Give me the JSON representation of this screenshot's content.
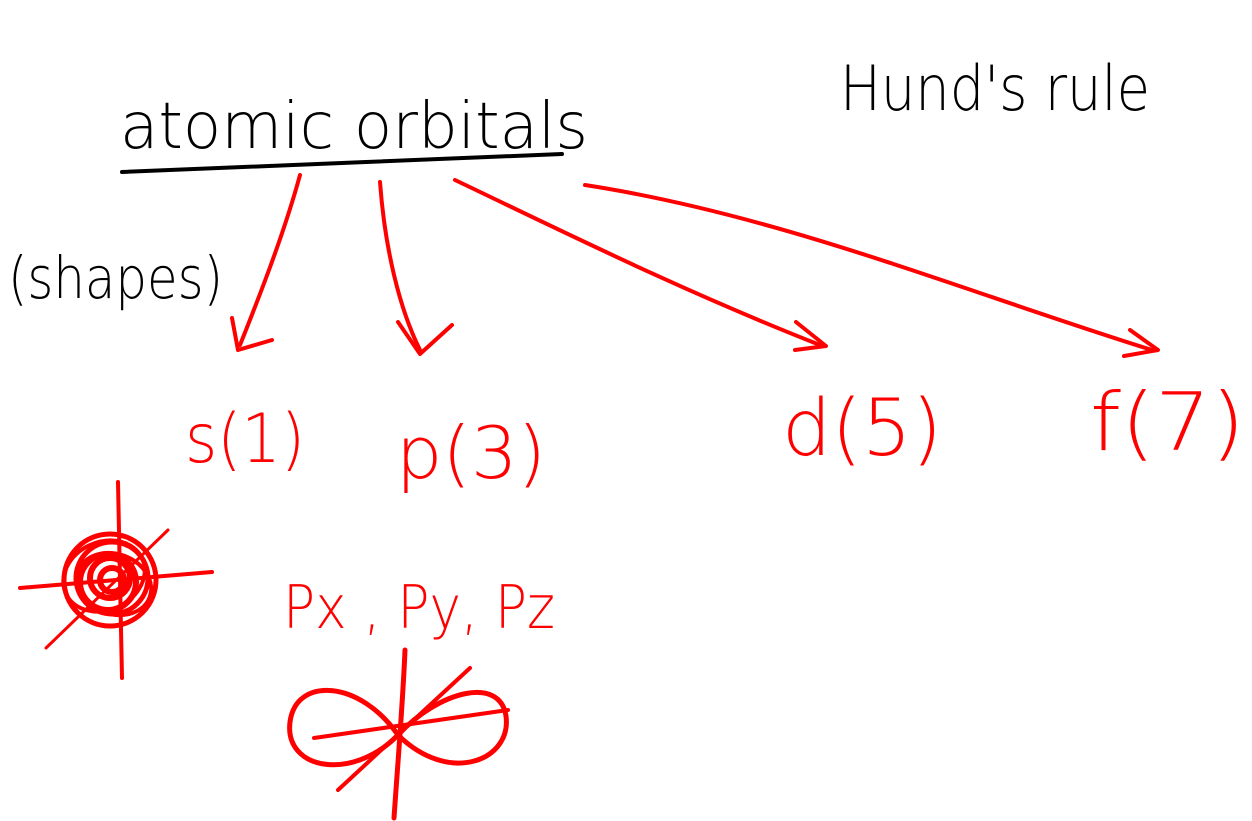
{
  "title": "Hund's rule",
  "root": "atomic orbitals",
  "annotation": "(shapes)",
  "orbitals": [
    {
      "label": "s(1)"
    },
    {
      "label": "p(3)"
    },
    {
      "label": "d(5)"
    },
    {
      "label": "f(7)"
    }
  ],
  "p_subtypes": "Px , Py, Pz",
  "colors": {
    "black_ink": "#000000",
    "red_ink": "#ff0000",
    "background": "#ffffff"
  }
}
